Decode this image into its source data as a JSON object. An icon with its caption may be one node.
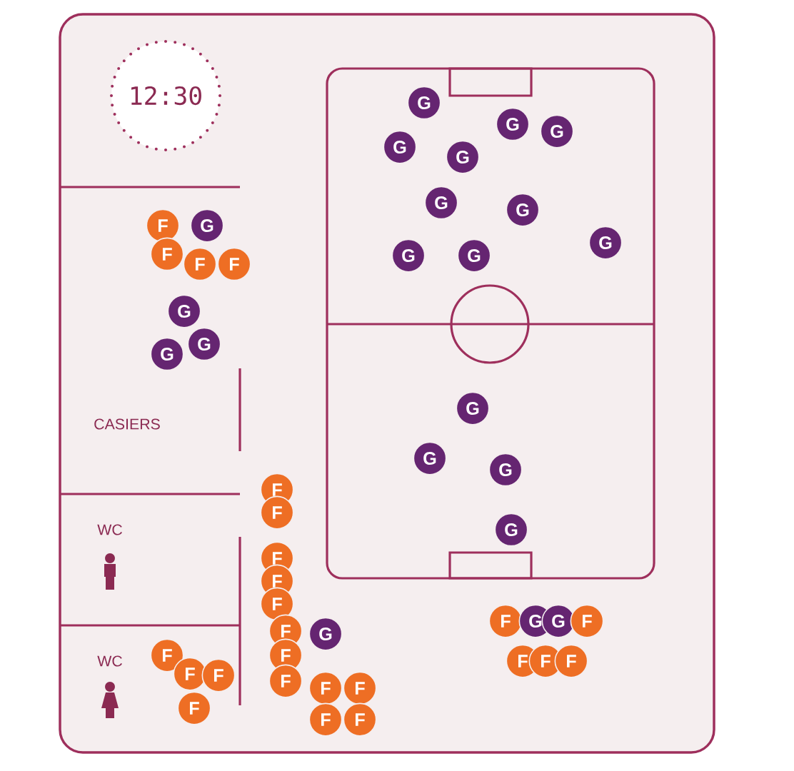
{
  "diagram": {
    "nodes": [
      {
        "text": [
          "12:30"
        ]
      },
      {
        "text": [
          "G"
        ]
      },
      {
        "text": [
          "G"
        ]
      },
      {
        "text": [
          "G"
        ]
      },
      {
        "text": [
          "G"
        ]
      },
      {
        "text": [
          "G"
        ]
      },
      {
        "text": [
          "G"
        ]
      },
      {
        "text": [
          "G"
        ]
      },
      {
        "text": [
          "G"
        ]
      },
      {
        "text": [
          "G"
        ]
      },
      {
        "text": [
          "G"
        ]
      },
      {
        "text": [
          "F"
        ]
      },
      {
        "text": [
          "G"
        ]
      },
      {
        "text": [
          "F"
        ]
      },
      {
        "text": [
          "F"
        ]
      },
      {
        "text": [
          "F"
        ]
      },
      {
        "text": [
          "G"
        ]
      },
      {
        "text": [
          "G"
        ]
      },
      {
        "text": [
          "G"
        ]
      },
      {
        "text": [
          "G"
        ]
      },
      {
        "text": [
          "G"
        ]
      },
      {
        "text": [
          "G"
        ]
      },
      {
        "text": [
          "G"
        ]
      },
      {
        "text": [
          "F"
        ]
      },
      {
        "text": [
          "F"
        ]
      },
      {
        "text": [
          "F"
        ]
      },
      {
        "text": [
          "F"
        ]
      },
      {
        "text": [
          "F"
        ]
      },
      {
        "text": [
          "F"
        ]
      },
      {
        "text": [
          "G"
        ]
      },
      {
        "text": [
          "F"
        ]
      },
      {
        "text": [
          "F"
        ]
      },
      {
        "text": [
          "F"
        ]
      },
      {
        "text": [
          "G"
        ]
      },
      {
        "text": [
          "G"
        ]
      },
      {
        "text": [
          "F"
        ]
      },
      {
        "text": [
          "F"
        ]
      },
      {
        "text": [
          "F"
        ]
      },
      {
        "text": [
          "F"
        ]
      },
      {
        "text": [
          "F"
        ]
      },
      {
        "text": [
          "F"
        ]
      },
      {
        "text": [
          "F"
        ]
      },
      {
        "text": [
          "F"
        ]
      },
      {
        "text": [
          "F"
        ]
      },
      {
        "text": [
          "F"
        ]
      },
      {
        "text": [
          "F"
        ]
      },
      {
        "text": [
          "F"
        ]
      }
    ],
    "labels": [
      "CASIERS",
      "WC",
      "WC"
    ]
  }
}
